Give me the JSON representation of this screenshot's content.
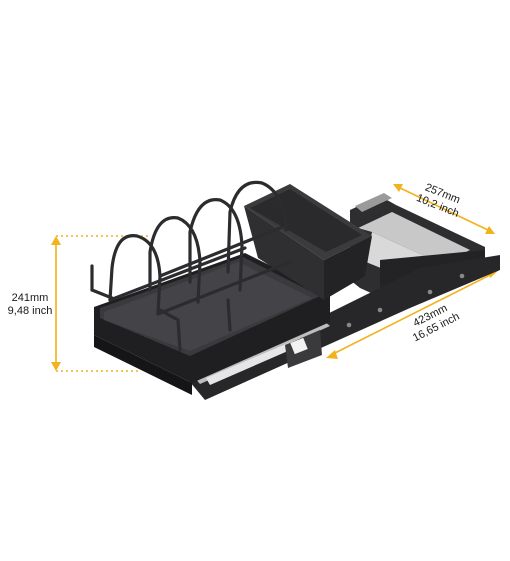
{
  "product_image": {
    "subject": "pull-out organizer rack",
    "accent_color": "#f2b21b",
    "body_color": "#2b2b2d"
  },
  "dimensions": {
    "height": {
      "mm": "241mm",
      "inch": "9,48 inch"
    },
    "depth": {
      "mm": "257mm",
      "inch": "10,2 inch"
    },
    "length": {
      "mm": "423mm",
      "inch": "16,65 inch"
    }
  }
}
